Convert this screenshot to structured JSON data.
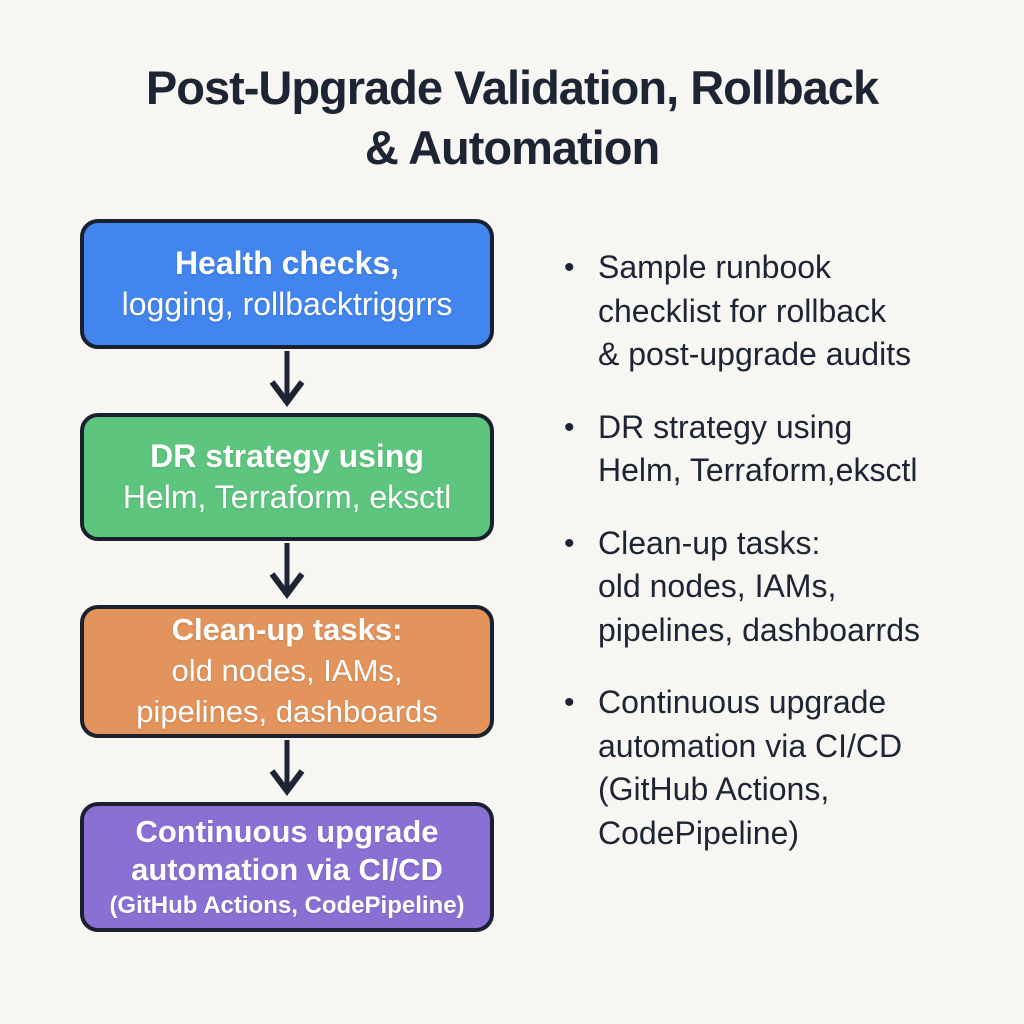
{
  "colors": {
    "background": "#f7f6f3",
    "ink": "#1d2433",
    "box_border": "#19212f",
    "box_text": "#ffffff",
    "node_blue": "#4285ee",
    "node_green": "#5ec57f",
    "node_orange": "#e2945c",
    "node_purple": "#8b70d4"
  },
  "title": {
    "line1": "Post-Upgrade Validation, Rollback",
    "line2": "& Automation"
  },
  "flowchart": {
    "nodes": [
      {
        "id": "health-checks",
        "color": "#4285ee",
        "lines": [
          "Health checks,",
          "logging, rollbacktriggrrs"
        ]
      },
      {
        "id": "dr-strategy",
        "color": "#5ec57f",
        "lines": [
          "DR strategy using",
          "Helm, Terraform, eksctl"
        ]
      },
      {
        "id": "clean-up-tasks",
        "color": "#e2945c",
        "lines": [
          "Clean-up tasks:",
          "old nodes, IAMs,",
          "pipelines, dashboards"
        ]
      },
      {
        "id": "continuous-automation",
        "color": "#8b70d4",
        "lines": [
          "Continuous upgrade",
          "automation via CI/CD",
          "(GitHub Actions, CodePipeline)"
        ]
      }
    ]
  },
  "bullets": {
    "marker": "•",
    "items": [
      "Sample runbook\nchecklist for rollback\n& post-upgrade audits",
      "DR strategy using\nHelm, Terraform,eksctl",
      "Clean-up tasks:\nold nodes, IAMs,\npipelines, dashboarrds",
      "Continuous upgrade\nautomation via CI/CD\n(GitHub Actions,\nCodePipeline)"
    ]
  }
}
